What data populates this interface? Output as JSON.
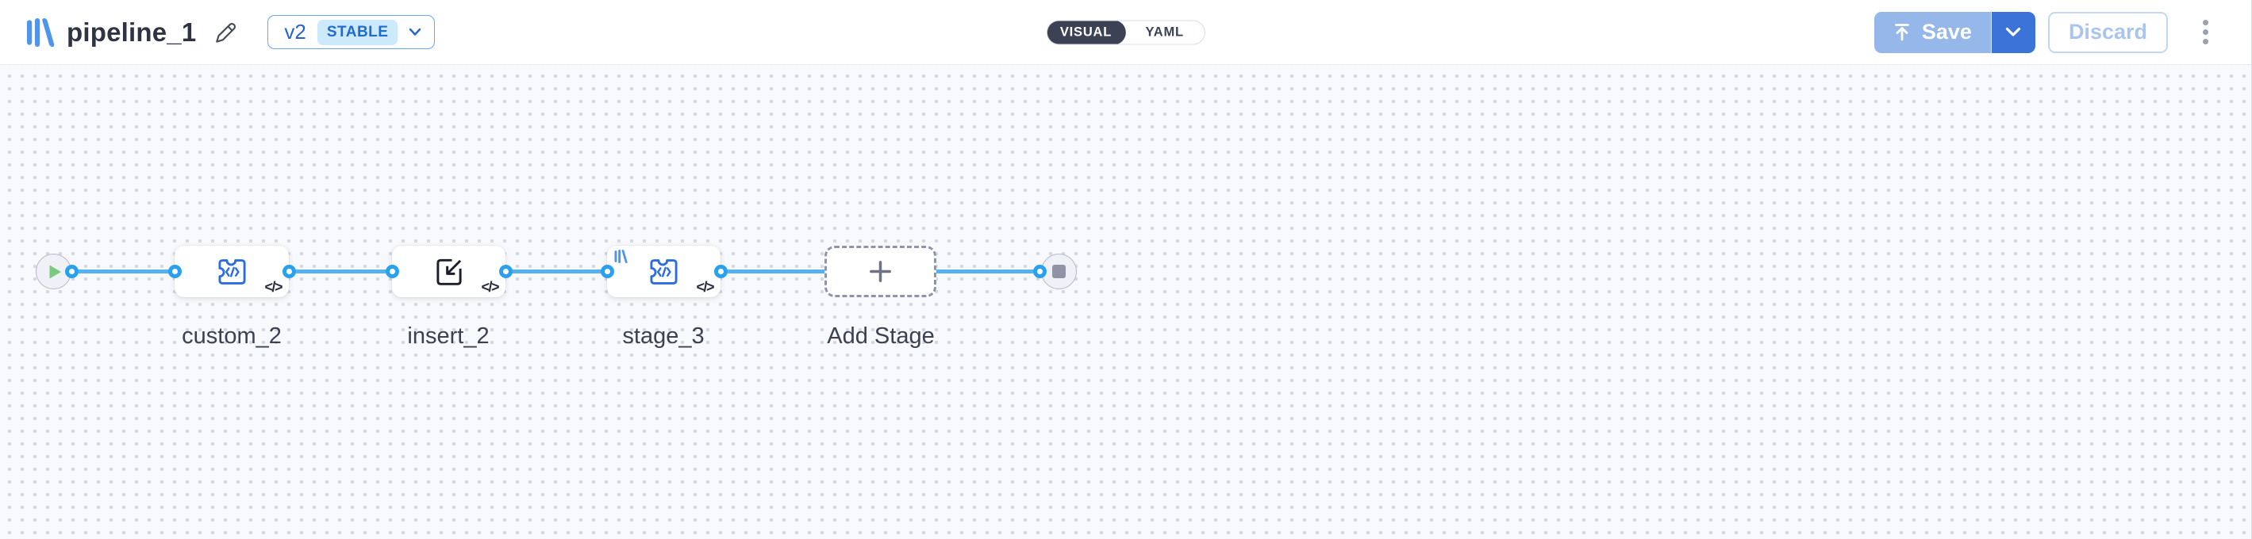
{
  "header": {
    "title": "pipeline_1",
    "version": {
      "label": "v2",
      "badge": "STABLE"
    },
    "view_toggle": {
      "options": [
        "VISUAL",
        "YAML"
      ],
      "selected": "VISUAL"
    },
    "actions": {
      "save": "Save",
      "discard": "Discard"
    }
  },
  "canvas": {
    "stages": [
      {
        "id": "custom_2",
        "label": "custom_2",
        "icon": "custom-code-puzzle-icon",
        "badge": "</>"
      },
      {
        "id": "insert_2",
        "label": "insert_2",
        "icon": "import-icon",
        "badge": "</>"
      },
      {
        "id": "stage_3",
        "label": "stage_3",
        "icon": "custom-code-puzzle-icon",
        "badge": "</>",
        "has_mini_logo": true
      },
      {
        "id": "add_stage",
        "label": "Add Stage",
        "icon": "plus-icon"
      }
    ],
    "endpoints": {
      "start": "play",
      "end": "stop"
    }
  },
  "colors": {
    "accent_blue": "#2563d4",
    "logo_blue": "#4f96ea",
    "connector_blue": "#55b1f0",
    "port_blue": "#2aa1ef",
    "toggle_dark": "#3c4254",
    "save_main_bg": "#96b7e9",
    "save_caret_bg": "#3b73d9",
    "discard_text": "#a9c5ee",
    "stable_badge_bg": "#cdeafc",
    "canvas_bg": "#f8f9fc",
    "play_green": "#79c97f",
    "stop_gray": "#8e93a6"
  }
}
